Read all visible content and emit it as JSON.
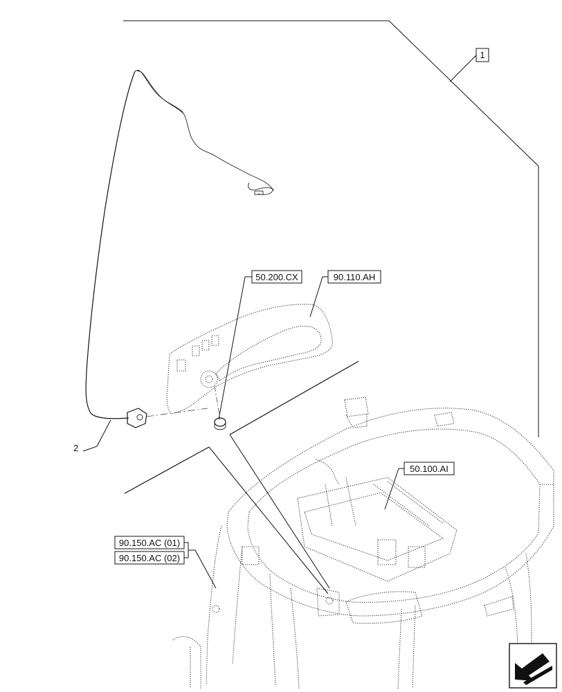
{
  "callouts": {
    "item_1": "1",
    "item_2": "2",
    "ref_50_200_cx": "50.200.CX",
    "ref_90_110_ah": "90.110.AH",
    "ref_50_100_ai": "50.100.AI",
    "ref_90_150_ac_01": "90.150.AC (01)",
    "ref_90_150_ac_02": "90.150.AC (02)"
  },
  "icons": {
    "nav_arrow": "next-page-arrow-icon"
  }
}
